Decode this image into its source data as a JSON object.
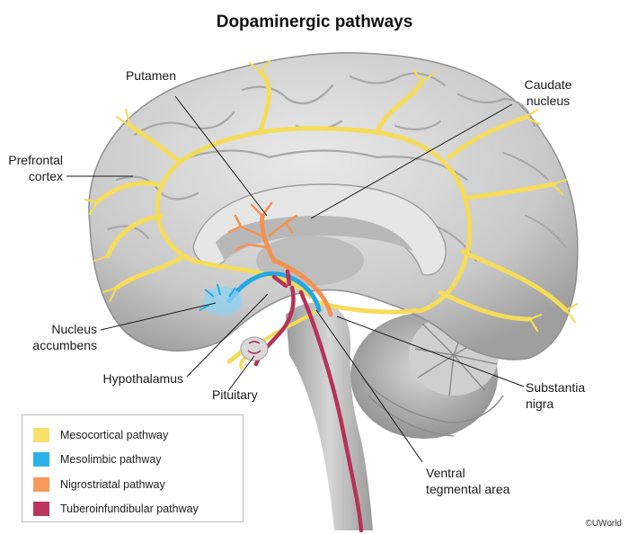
{
  "title": "Dopaminergic pathways",
  "labels": {
    "putamen": [
      "Putamen"
    ],
    "caudate": [
      "Caudate",
      "nucleus"
    ],
    "prefrontal": [
      "Prefrontal",
      "cortex"
    ],
    "accumbens": [
      "Nucleus",
      "accumbens"
    ],
    "hypothalamus": [
      "Hypothalamus"
    ],
    "pituitary": [
      "Pituitary"
    ],
    "substantia": [
      "Substantia",
      "nigra"
    ],
    "vta": [
      "Ventral",
      "tegmental area"
    ]
  },
  "legend": [
    {
      "label": "Mesocortical pathway",
      "color": "#f7e16b"
    },
    {
      "label": "Mesolimbic pathway",
      "color": "#2ab1e8"
    },
    {
      "label": "Nigrostriatal pathway",
      "color": "#f59a5c"
    },
    {
      "label": "Tuberoinfundibular pathway",
      "color": "#b9365e"
    }
  ],
  "colors": {
    "mesocortical": "#f5dc5a",
    "mesolimbic": "#23a8e6",
    "nigrostriatal": "#f39352",
    "tuberoinfundibular": "#b73259"
  },
  "credit": "©UWorld"
}
